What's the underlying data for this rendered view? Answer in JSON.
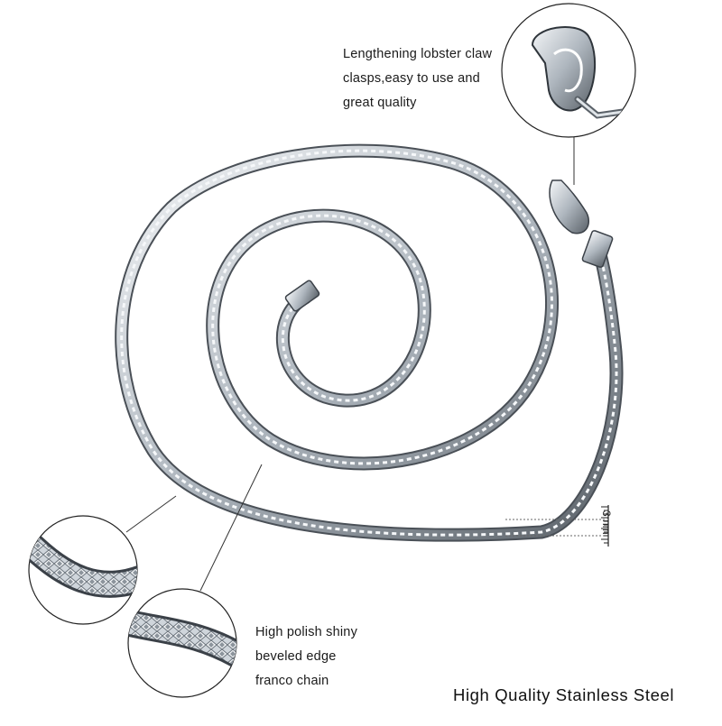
{
  "callouts": {
    "clasp": {
      "lines": [
        "Lengthening lobster claw",
        "clasps,easy to use and",
        "great quality"
      ]
    },
    "chain": {
      "lines": [
        "High polish shiny",
        "beveled edge",
        "franco chain"
      ]
    }
  },
  "dimension": {
    "label": "3mm"
  },
  "footer": {
    "title": "High Quality Stainless Steel"
  },
  "colors": {
    "background": "#ffffff",
    "chain_light": "#e8ecf0",
    "chain_mid": "#9aa3ab",
    "chain_dark": "#3b4148",
    "leader_line": "#333333"
  },
  "icons": [
    "lobster-clasp-icon",
    "chain-closeup-icon"
  ]
}
